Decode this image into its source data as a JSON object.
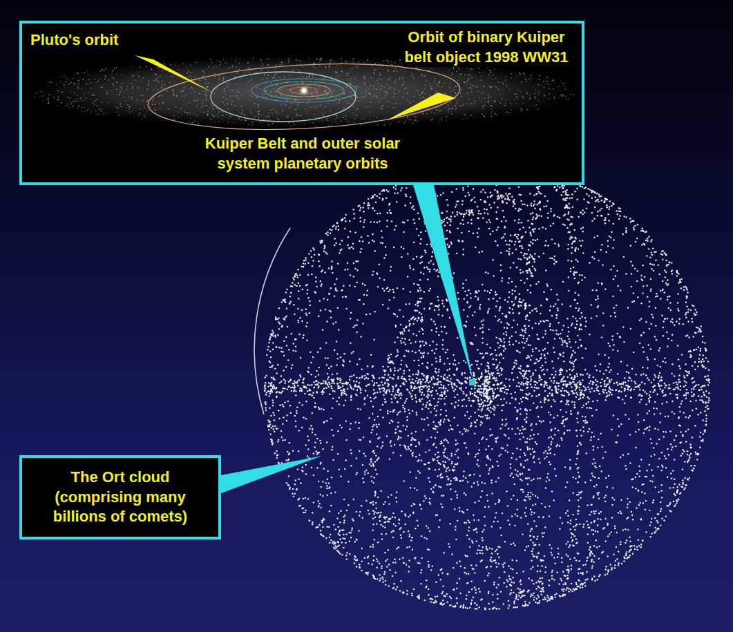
{
  "diagram": {
    "nodes": [
      {
        "text": [
          "Pluto's orbit",
          "Orbit of binary Kuiper belt object 1998 WW31",
          "Kuiper Belt and outer solar system planetary orbits"
        ]
      },
      {
        "text": [
          "The Ort cloud (comprising many billions of comets)"
        ]
      }
    ]
  }
}
